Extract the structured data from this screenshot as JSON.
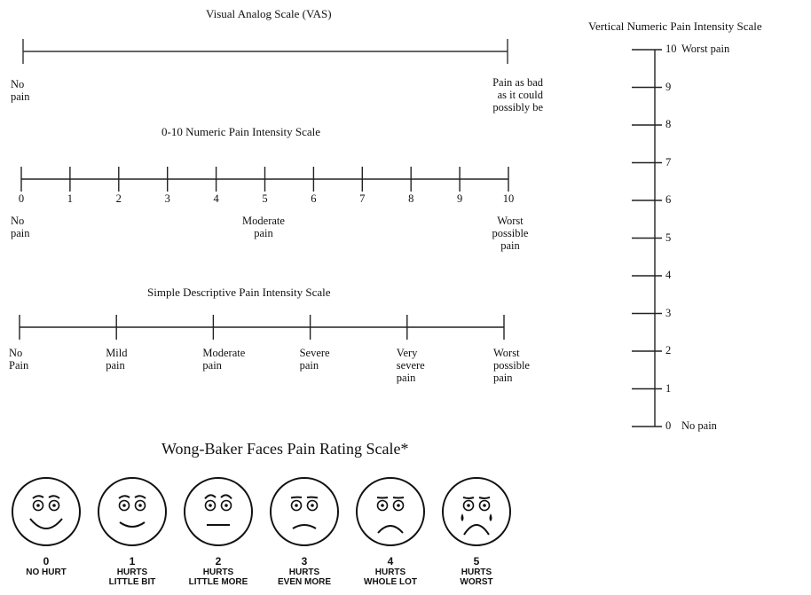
{
  "vas": {
    "title": "Visual Analog Scale (VAS)",
    "left_label": [
      "No",
      "pain"
    ],
    "right_label": [
      "Pain as bad",
      "as it could",
      "possibly be"
    ]
  },
  "numeric": {
    "title": "0-10 Numeric Pain Intensity Scale",
    "ticks": [
      "0",
      "1",
      "2",
      "3",
      "4",
      "5",
      "6",
      "7",
      "8",
      "9",
      "10"
    ],
    "anchors": [
      {
        "lines": [
          "No",
          "pain"
        ]
      },
      {
        "lines": [
          "Moderate",
          "pain"
        ]
      },
      {
        "lines": [
          "Worst",
          "possible",
          "pain"
        ]
      }
    ]
  },
  "descriptive": {
    "title": "Simple Descriptive Pain Intensity Scale",
    "labels": [
      {
        "lines": [
          "No",
          "Pain"
        ]
      },
      {
        "lines": [
          "Mild",
          "pain"
        ]
      },
      {
        "lines": [
          "Moderate",
          "pain"
        ]
      },
      {
        "lines": [
          "Severe",
          "pain"
        ]
      },
      {
        "lines": [
          "Very",
          "severe",
          "pain"
        ]
      },
      {
        "lines": [
          "Worst",
          "possible",
          "pain"
        ]
      }
    ]
  },
  "vertical": {
    "title": "Vertical Numeric Pain Intensity Scale",
    "levels": [
      {
        "value": "10",
        "desc": "Worst pain"
      },
      {
        "value": "9",
        "desc": ""
      },
      {
        "value": "8",
        "desc": ""
      },
      {
        "value": "7",
        "desc": ""
      },
      {
        "value": "6",
        "desc": ""
      },
      {
        "value": "5",
        "desc": ""
      },
      {
        "value": "4",
        "desc": ""
      },
      {
        "value": "3",
        "desc": ""
      },
      {
        "value": "2",
        "desc": ""
      },
      {
        "value": "1",
        "desc": ""
      },
      {
        "value": "0",
        "desc": "No pain"
      }
    ]
  },
  "faces": {
    "title": "Wong-Baker Faces Pain Rating Scale*",
    "items": [
      {
        "num": "0",
        "caption": [
          "NO HURT"
        ]
      },
      {
        "num": "1",
        "caption": [
          "HURTS",
          "LITTLE BIT"
        ]
      },
      {
        "num": "2",
        "caption": [
          "HURTS",
          "LITTLE MORE"
        ]
      },
      {
        "num": "3",
        "caption": [
          "HURTS",
          "EVEN MORE"
        ]
      },
      {
        "num": "4",
        "caption": [
          "HURTS",
          "WHOLE LOT"
        ]
      },
      {
        "num": "5",
        "caption": [
          "HURTS",
          "WORST"
        ]
      }
    ]
  }
}
